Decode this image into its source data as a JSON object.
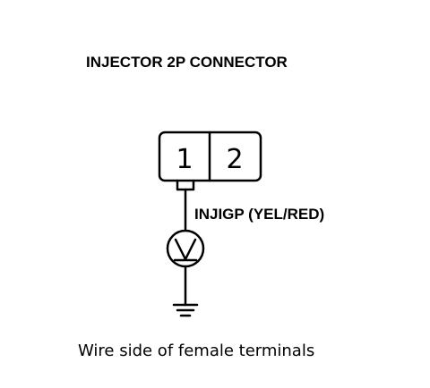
{
  "title": "INJECTOR 2P CONNECTOR",
  "connector": {
    "pins": [
      "1",
      "2"
    ]
  },
  "wire": {
    "label": "INJIGP (YEL/RED)"
  },
  "meter": {
    "symbol": "V",
    "icon": "voltmeter-icon"
  },
  "ground": {
    "icon": "ground-icon"
  },
  "caption": "Wire side of female terminals"
}
